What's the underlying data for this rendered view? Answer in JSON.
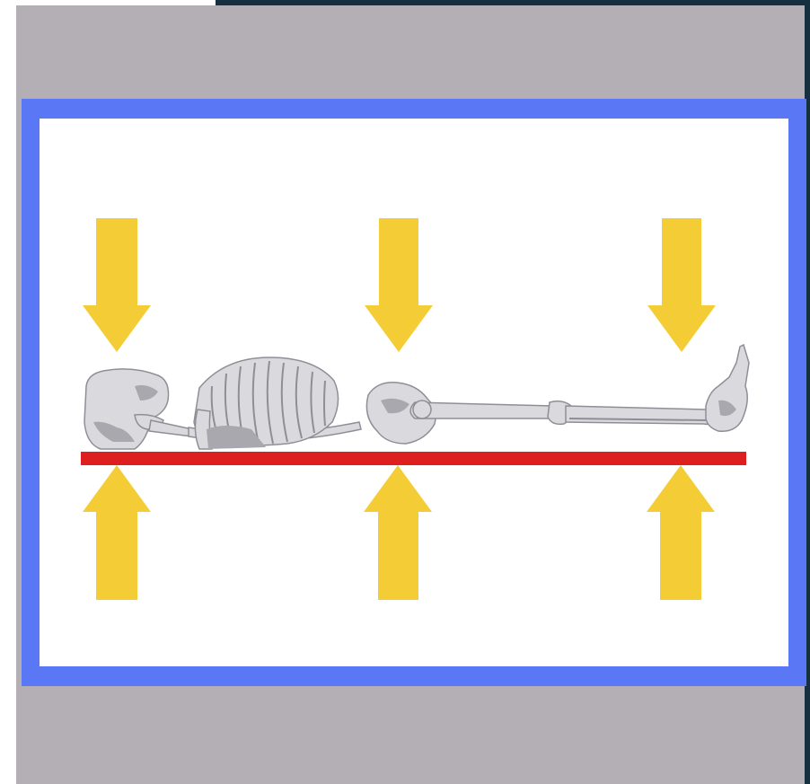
{
  "colors": {
    "background_gray": "#b4afb4",
    "dark_edge": "#17303f",
    "frame_border": "#5a78f5",
    "frame_fill": "#ffffff",
    "arrow": "#f4cd36",
    "surface_line": "#dd1f1f",
    "bone": "#dadade",
    "bone_outline": "#8e8e96",
    "bone_shadow": "#a8a8ae"
  },
  "diagram": {
    "arrows_down": 3,
    "arrows_up": 3,
    "figure": "skeleton-lying-supine",
    "surface": "red-line"
  },
  "icons": {
    "arrow_down": "arrow-down-icon",
    "arrow_up": "arrow-up-icon",
    "skeleton": "skeleton-icon"
  }
}
